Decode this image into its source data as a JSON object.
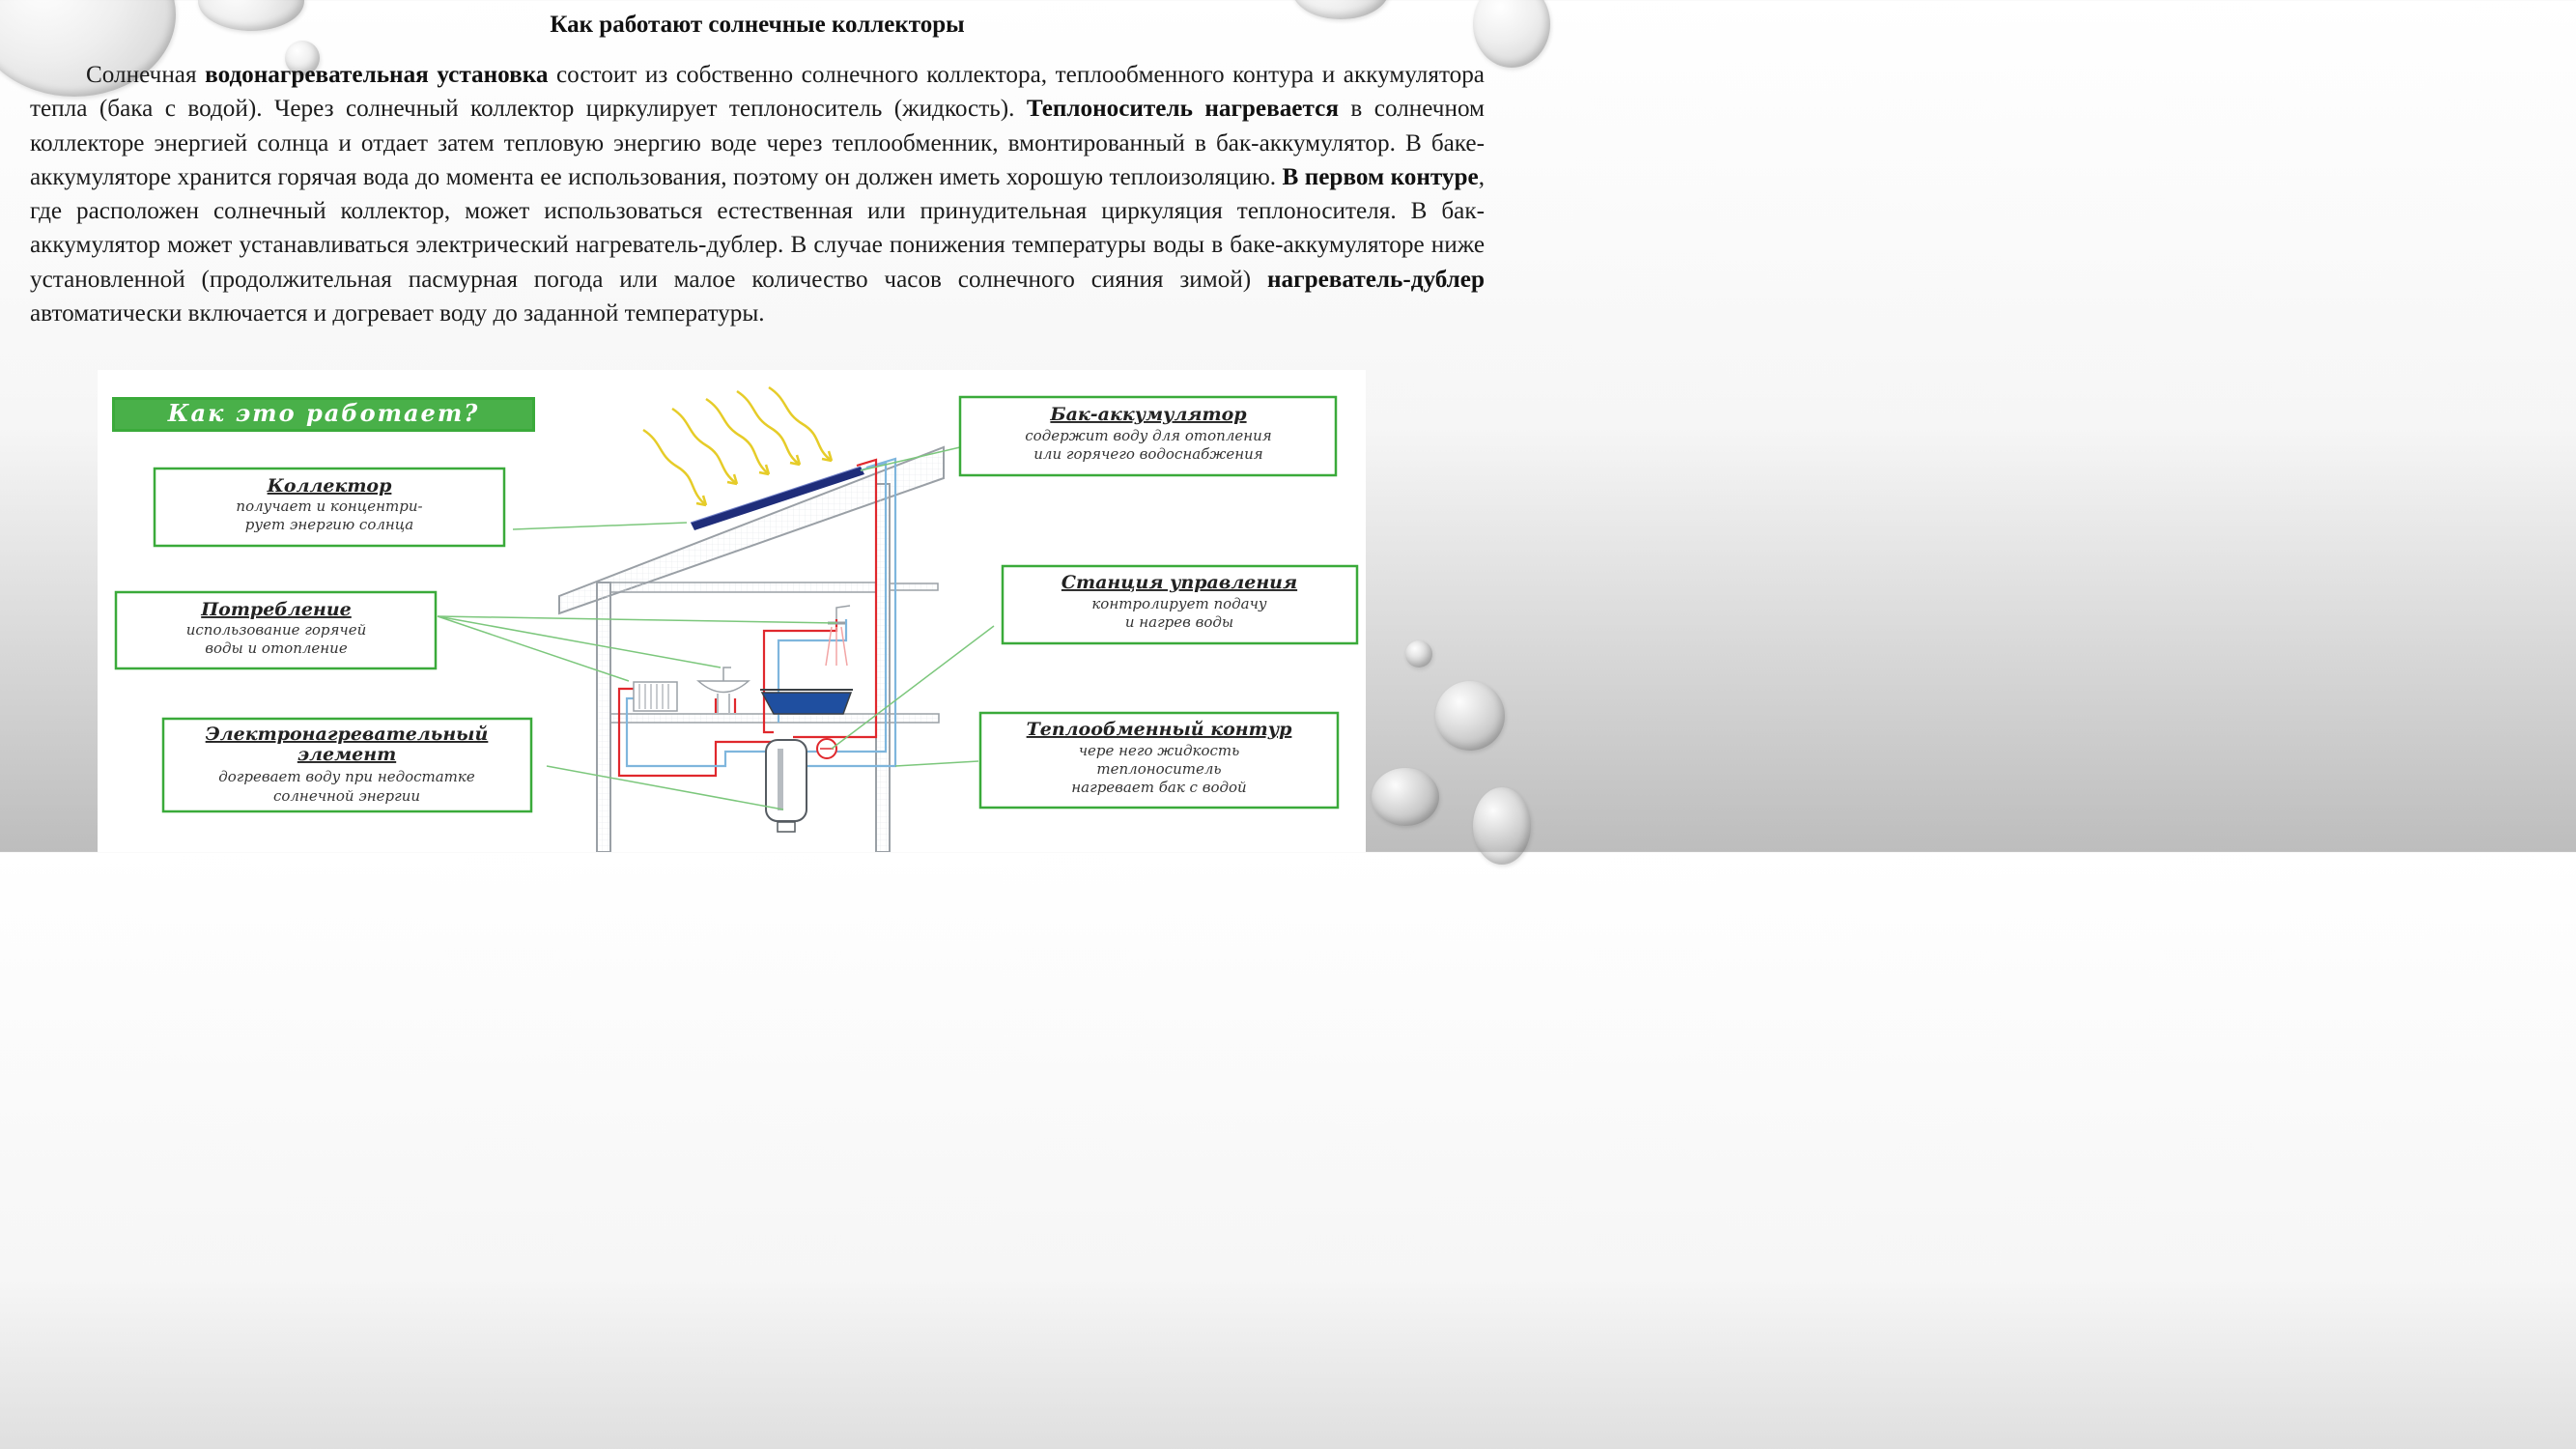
{
  "slide": {
    "title": "Как работают солнечные коллекторы",
    "paragraph": [
      {
        "t": "Солнечная ",
        "b": false
      },
      {
        "t": "водонагревательная установка",
        "b": true
      },
      {
        "t": " состоит из собственно солнечного коллектора, теплообменного контура и аккумулятора тепла (бака с водой). Через солнечный коллектор циркулирует теплоноситель (жидкость). ",
        "b": false
      },
      {
        "t": "Теплоноситель нагревается",
        "b": true
      },
      {
        "t": " в солнечном коллекторе энергией солнца и отдает затем тепловую энергию воде через теплообменник, вмонтированный в бак-аккумулятор. В баке-аккумуляторе хранится горячая вода до момента ее использования, поэтому он должен иметь хорошую теплоизоляцию. ",
        "b": false
      },
      {
        "t": "В первом контуре",
        "b": true
      },
      {
        "t": ", где расположен солнечный коллектор, может использоваться естественная или принудительная циркуляция теплоносителя. В бак-аккумулятор может устанавливаться электрический нагреватель-дублер. В случае понижения температуры воды в баке-аккумуляторе ниже установленной (продолжительная пасмурная погода или малое количество часов солнечного сияния зимой) ",
        "b": false
      },
      {
        "t": "нагреватель-дублер",
        "b": true
      },
      {
        "t": " автоматически включается и догревает воду до заданной температуры.",
        "b": false
      }
    ]
  },
  "diagram": {
    "header": "Как это работает?",
    "boxes": {
      "collector": {
        "title": "Коллектор",
        "line1": "получает и концентри-",
        "line2": "рует энергию солнца"
      },
      "consumption": {
        "title": "Потребление",
        "line1": "использование горячей",
        "line2": "воды и отопление"
      },
      "heater": {
        "title_line1": "Электронагревательный",
        "title_line2": "элемент",
        "line1": "догревает воду при недостатке",
        "line2": "солнечной энергии"
      },
      "tank": {
        "title": "Бак-аккумулятор",
        "line1": "содержит воду для отопления",
        "line2": "или горячего водоснабжения"
      },
      "station": {
        "title": "Станция управления",
        "line1": "контролирует подачу",
        "line2": "и нагрев воды"
      },
      "exchanger": {
        "title": "Теплообменный контур",
        "line1": "чере него жидкость",
        "line2": "теплоноситель",
        "line3": "нагревает бак с водой"
      }
    },
    "colors": {
      "box_border": "#3aaa3a",
      "header_fill": "#3aaa3a",
      "callout_line": "#7cc77c",
      "hot_pipe": "#e0282d",
      "cold_pipe": "#7fb6dd",
      "collector_panel": "#1f2d7a",
      "sun_rays": "#e6cc28",
      "structure": "#9aa0a6"
    }
  }
}
